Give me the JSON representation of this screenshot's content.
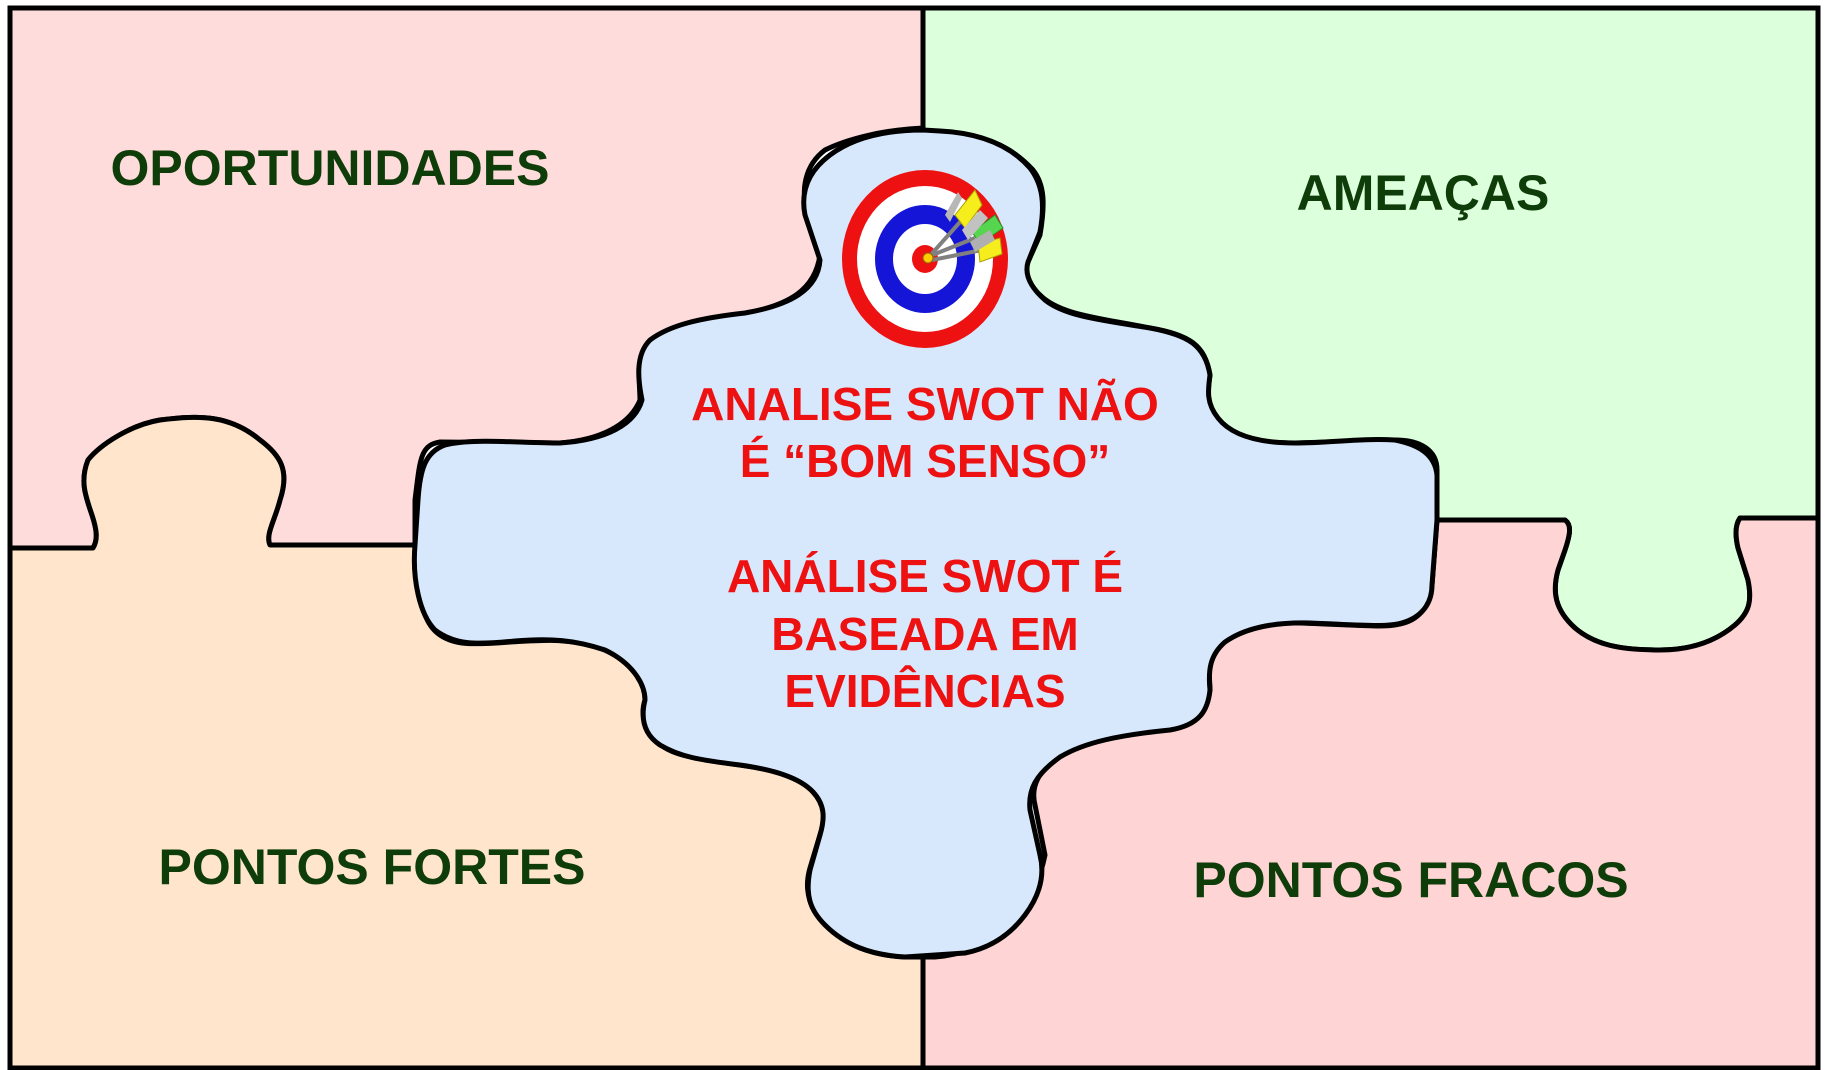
{
  "quadrants": {
    "opportunities": {
      "label": "OPORTUNIDADES",
      "color": "#ffdcdc"
    },
    "threats": {
      "label": "AMEAÇAS",
      "color": "#dcffdc"
    },
    "strengths": {
      "label": "PONTOS FORTES",
      "color": "#ffe5cb"
    },
    "weaknesses": {
      "label": "PONTOS FRACOS",
      "color": "#ffd4d4"
    }
  },
  "center": {
    "color": "#d7e8fc",
    "line1": "ANALISE SWOT NÃO",
    "line2": "É “BOM SENSO”",
    "line3": "ANÁLISE SWOT É",
    "line4": "BASEADA EM",
    "line5": "EVIDÊNCIAS"
  },
  "colors": {
    "label_text": "#0f3d0a",
    "center_text": "#ee1111",
    "outline": "#000000",
    "target_red": "#ee1111",
    "target_blue": "#1515d8"
  },
  "icons": {
    "target": "dartboard-with-darts-icon"
  }
}
